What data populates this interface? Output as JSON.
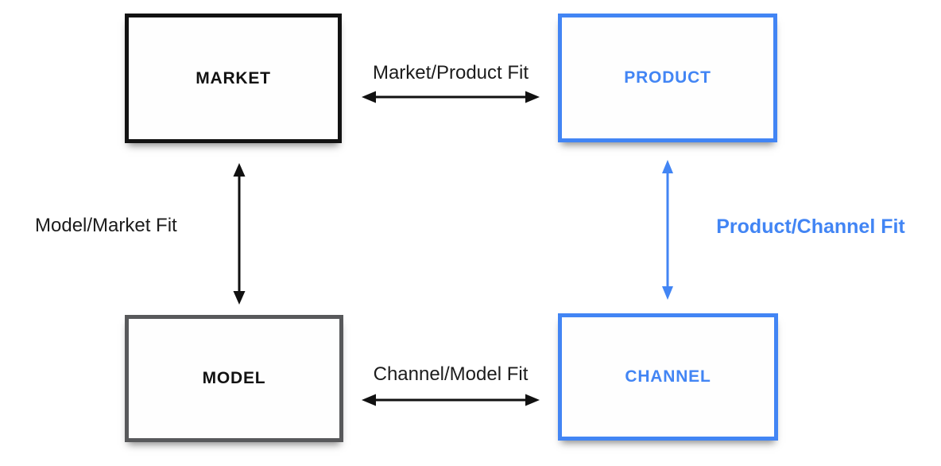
{
  "diagram": {
    "nodes": [
      {
        "id": "market",
        "label": "MARKET",
        "border_color": "#121212",
        "text_color": "#121212"
      },
      {
        "id": "product",
        "label": "PRODUCT",
        "border_color": "#4285f4",
        "text_color": "#4285f4"
      },
      {
        "id": "model",
        "label": "MODEL",
        "border_color": "#58595b",
        "text_color": "#121212"
      },
      {
        "id": "channel",
        "label": "CHANNEL",
        "border_color": "#4285f4",
        "text_color": "#4285f4"
      }
    ],
    "edges": [
      {
        "id": "market-product",
        "from": "MARKET",
        "to": "PRODUCT",
        "label": "Market/Product Fit",
        "color": "#111111",
        "bold": false,
        "direction": "bidirectional"
      },
      {
        "id": "model-market",
        "from": "MODEL",
        "to": "MARKET",
        "label": "Model/Market Fit",
        "color": "#111111",
        "bold": false,
        "direction": "bidirectional"
      },
      {
        "id": "product-channel",
        "from": "PRODUCT",
        "to": "CHANNEL",
        "label": "Product/Channel Fit",
        "color": "#4285f4",
        "bold": true,
        "direction": "bidirectional"
      },
      {
        "id": "channel-model",
        "from": "CHANNEL",
        "to": "MODEL",
        "label": "Channel/Model Fit",
        "color": "#111111",
        "bold": false,
        "direction": "bidirectional"
      }
    ],
    "colors": {
      "arrow_black": "#111111",
      "arrow_blue": "#4285f4",
      "background": "#ffffff"
    }
  }
}
